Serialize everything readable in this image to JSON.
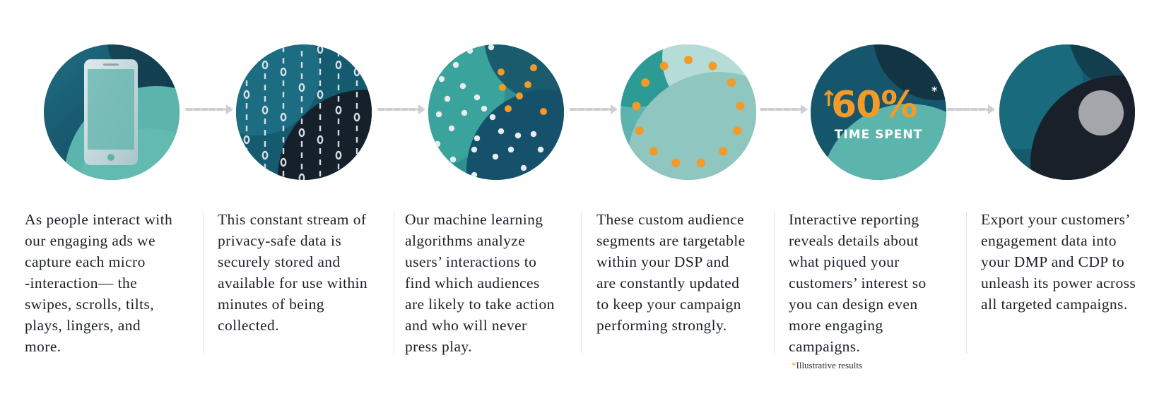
{
  "steps": [
    {
      "lines": [
        "As people interact with",
        "our engaging ads we",
        "capture each micro",
        "-interaction— the",
        "swipes, scrolls, tilts,",
        "plays, lingers, and",
        "more."
      ]
    },
    {
      "lines": [
        "This constant stream of",
        "privacy-safe data is",
        "securely stored and",
        "available for use within",
        "minutes of being",
        "collected."
      ]
    },
    {
      "lines": [
        "Our machine learning",
        "algorithms analyze",
        "users’ interactions to",
        "find which audiences",
        "are likely to take action",
        "and who will never",
        "press play."
      ]
    },
    {
      "lines": [
        "These custom audience",
        "segments are targetable",
        "within your DSP and",
        "are constantly updated",
        "to keep your campaign",
        "performing strongly."
      ]
    },
    {
      "lines": [
        "Interactive reporting",
        "reveals details about",
        "what piqued your",
        "customers’ interest so",
        "you can design even",
        "more engaging",
        "campaigns."
      ]
    },
    {
      "lines": [
        "Export your customers’",
        "engagement data into",
        "your DMP and CDP to",
        "unleash its power across",
        "all targeted campaigns."
      ]
    }
  ],
  "stat": {
    "arrow": "↑",
    "value": "60%",
    "asterisk": "*",
    "label": "TIME SPENT"
  },
  "footnote": {
    "star": "*",
    "text": "Illustrative results"
  },
  "colors": {
    "dark_teal": "#165a6e",
    "teal": "#5bb5ac",
    "navy": "#1a2029",
    "orange": "#f39a27",
    "light_teal": "#8fc6bf",
    "arrow_gray": "#cfcfcf",
    "gray_dot": "#a4a6ac"
  }
}
